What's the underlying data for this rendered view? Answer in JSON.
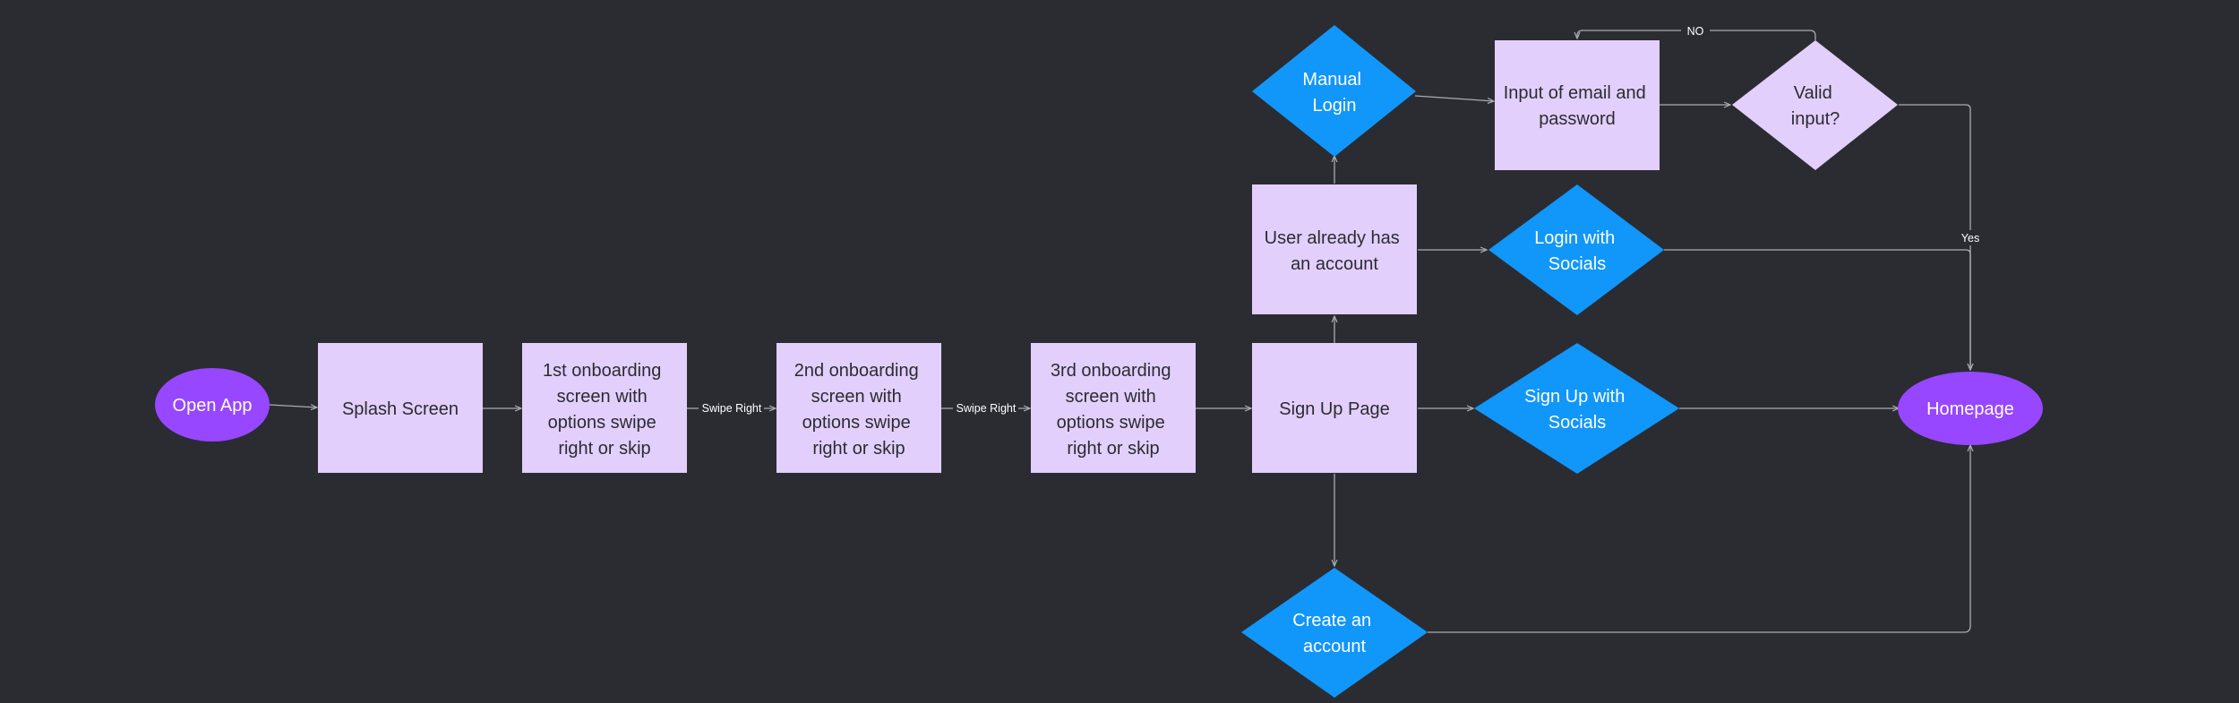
{
  "colors": {
    "background": "#2a2c32",
    "process_fill": "#e3cffb",
    "process_text": "#2a2c32",
    "decision_fill": "#1196fa",
    "decision_text": "#ffffff",
    "terminal_fill": "#9747ff",
    "terminal_text": "#ffffff",
    "connector": "#a9acb3"
  },
  "nodes": {
    "open_app": "Open App",
    "splash": "Splash Screen",
    "onboarding_1": "1st onboarding screen with options swipe right or skip",
    "onboarding_2": "2nd onboarding screen with options swipe right or skip",
    "onboarding_3": "3rd onboarding screen with options swipe right or skip",
    "signup_page": "Sign Up Page",
    "has_account": "User already has an account",
    "manual_login": "Manual Login",
    "email_password": "Input of email and password",
    "valid_input": "Valid input?",
    "login_socials": "Login with Socials",
    "signup_socials": "Sign Up with Socials",
    "create_account": "Create an account",
    "homepage": "Homepage"
  },
  "edge_labels": {
    "swipe_right_1": "Swipe Right",
    "swipe_right_2": "Swipe Right",
    "no": "NO",
    "yes": "Yes"
  }
}
